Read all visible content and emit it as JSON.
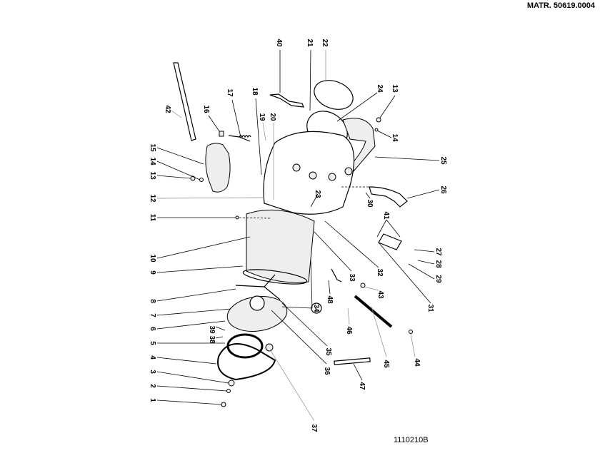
{
  "header": {
    "matr": "MATR. 50619.0004"
  },
  "footer": {
    "code": "1110210B"
  },
  "labels": {
    "l1": "1",
    "l2": "2",
    "l3": "3",
    "l4": "4",
    "l5": "5",
    "l6": "6",
    "l7": "7",
    "l8": "8",
    "l9": "9",
    "l10": "10",
    "l11": "11",
    "l12": "12",
    "l13": "13",
    "l14": "14",
    "l15": "15",
    "l16": "16",
    "l17": "17",
    "l18": "18",
    "l19": "19",
    "l20": "20",
    "l21": "21",
    "l22": "22",
    "l23": "23",
    "l24": "24",
    "l25": "25",
    "l26": "26",
    "l27": "27",
    "l28": "28",
    "l29": "29",
    "l30": "30",
    "l31": "31",
    "l32": "32",
    "l33": "33",
    "l34": "34",
    "l35": "35",
    "l36": "36",
    "l37": "37",
    "l38": "38",
    "l39": "39",
    "l40": "40",
    "l41": "41",
    "l42": "42",
    "l43": "43",
    "l44": "44",
    "l45": "45",
    "l46": "46",
    "l47": "47",
    "l48": "48",
    "l13b": "13",
    "l14b": "14"
  }
}
